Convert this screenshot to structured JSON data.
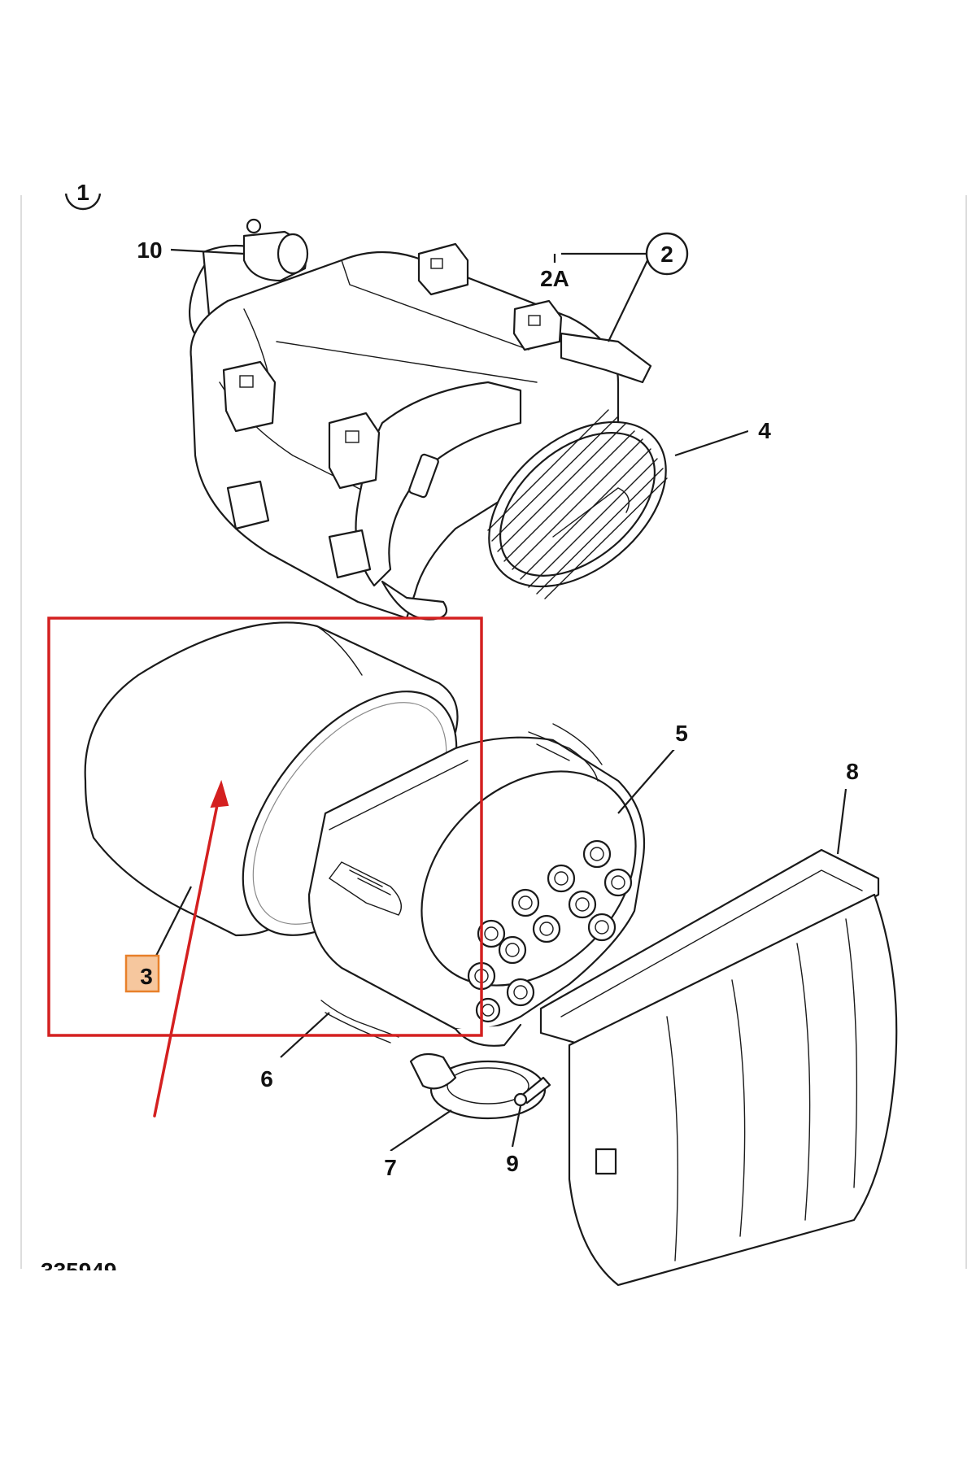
{
  "diagram": {
    "callouts": {
      "c1": "1",
      "c2": "2",
      "c2a": "2A",
      "c3": "3",
      "c4": "4",
      "c5": "5",
      "c6": "6",
      "c7": "7",
      "c8": "8",
      "c9": "9",
      "c10": "10"
    },
    "figure_number": "335949",
    "colors": {
      "highlight_box": "#d42020",
      "arrow": "#d42020",
      "selected_label_fill": "#f6c79e",
      "selected_label_border": "#e8802a"
    },
    "selected_part": "3"
  }
}
